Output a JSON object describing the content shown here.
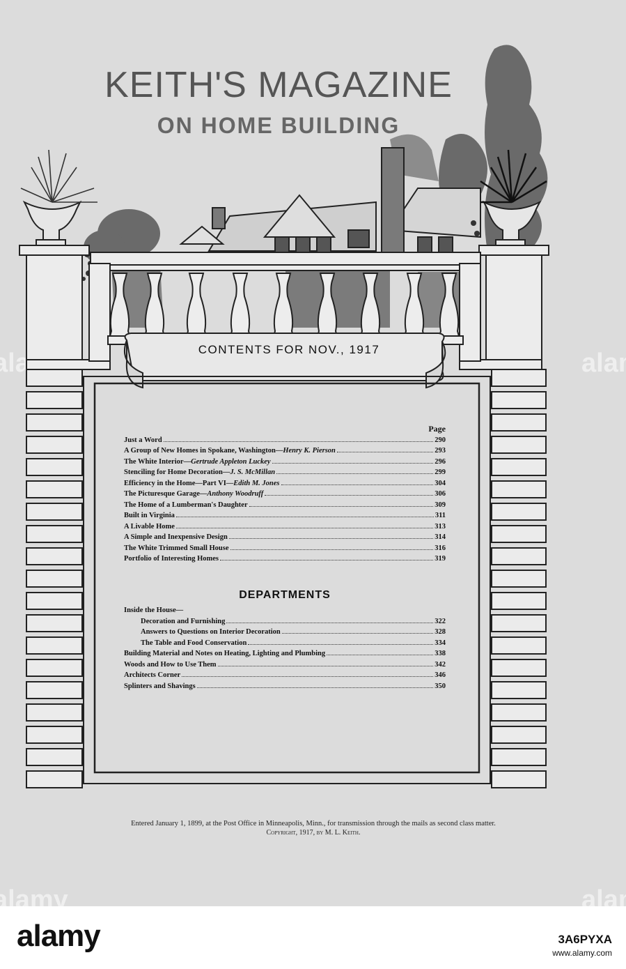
{
  "masthead": {
    "title": "KEITH'S MAGAZINE",
    "subtitle": "ON HOME BUILDING"
  },
  "banner": "CONTENTS FOR NOV., 1917",
  "contents": {
    "page_header": "Page",
    "items": [
      {
        "title": "Just a Word",
        "author": "",
        "page": "290"
      },
      {
        "title": "A Group of New Homes in Spokane, Washington",
        "author": "Henry K. Pierson",
        "page": "293"
      },
      {
        "title": "The White Interior",
        "author": "Gertrude Appleton Luckey",
        "page": "296"
      },
      {
        "title": "Stenciling for Home Decoration",
        "author": "J. S. McMillan",
        "page": "299"
      },
      {
        "title": "Efficiency in the Home—Part VI",
        "author": "Edith M. Jones",
        "page": "304"
      },
      {
        "title": "The Picturesque Garage",
        "author": "Anthony Woodruff",
        "page": "306"
      },
      {
        "title": "The Home of a Lumberman's Daughter",
        "author": "",
        "page": "309"
      },
      {
        "title": "Built in Virginia",
        "author": "",
        "page": "311"
      },
      {
        "title": "A Livable Home",
        "author": "",
        "page": "313"
      },
      {
        "title": "A Simple and Inexpensive Design",
        "author": "",
        "page": "314"
      },
      {
        "title": "The White Trimmed Small House",
        "author": "",
        "page": "316"
      },
      {
        "title": "Portfolio of Interesting Homes",
        "author": "",
        "page": "319"
      }
    ]
  },
  "departments": {
    "heading": "DEPARTMENTS",
    "group_label": "Inside the House—",
    "items": [
      {
        "title": "Decoration and Furnishing",
        "page": "322",
        "indent": true
      },
      {
        "title": "Answers to Questions on Interior Decoration",
        "page": "328",
        "indent": true
      },
      {
        "title": "The Table and Food Conservation",
        "page": "334",
        "indent": true
      },
      {
        "title": "Building Material and Notes on Heating, Lighting and Plumbing",
        "page": "338",
        "indent": false
      },
      {
        "title": "Woods and How to Use Them",
        "page": "342",
        "indent": false
      },
      {
        "title": "Architects Corner",
        "page": "346",
        "indent": false
      },
      {
        "title": "Splinters and Shavings",
        "page": "350",
        "indent": false
      }
    ]
  },
  "footer": {
    "line1": "Entered January 1, 1899, at the Post Office in Minneapolis, Minn., for transmission through the mails as second class matter.",
    "line2": "Copyright, 1917, by M. L. Keith."
  },
  "watermark": {
    "brand": "alamy",
    "image_id": "3A6PYXA",
    "site": "www.alamy.com"
  },
  "colors": {
    "page_bg": "#dcdcdc",
    "ink": "#111111",
    "title_gray": "#555555"
  }
}
